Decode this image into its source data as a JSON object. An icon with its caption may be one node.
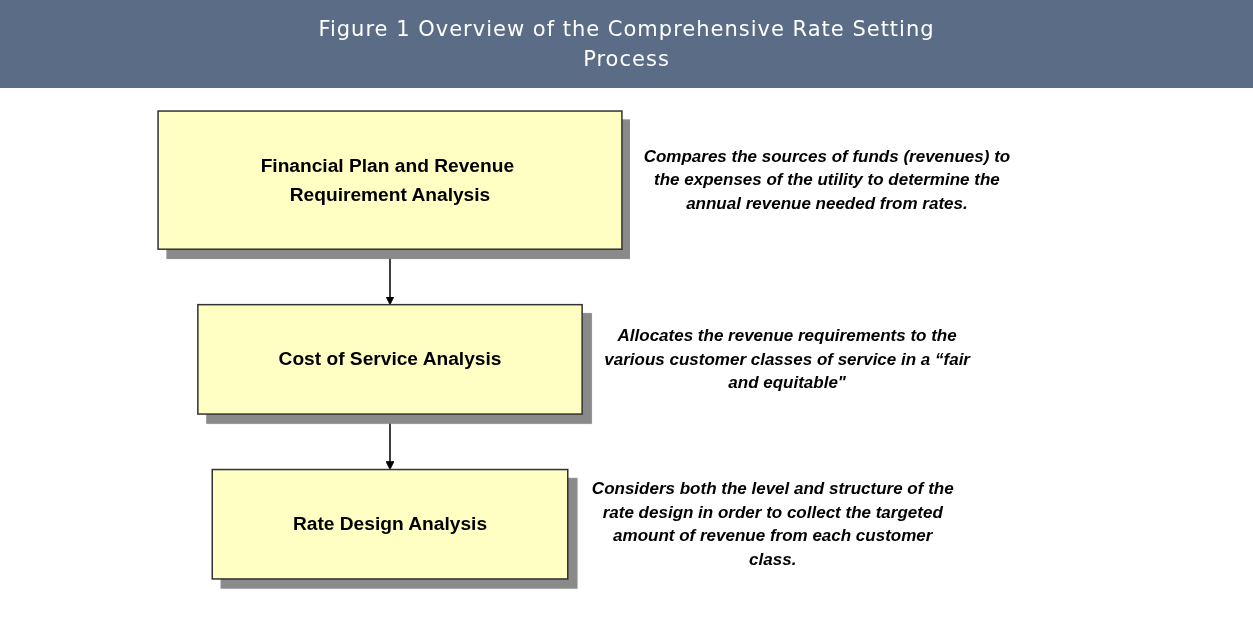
{
  "diagram": {
    "title": "Figure 1 Overview of the Comprehensive Rate Setting Process",
    "nodes": [
      {
        "text": [
          "Financial Plan and Revenue Requirement Analysis"
        ],
        "beside": [
          "Compares the sources of funds (revenues) to the expenses of the utility to determine the annual revenue needed from rates."
        ]
      },
      {
        "text": [
          "Cost of Service Analysis"
        ],
        "beside": [
          "Allocates the revenue requirements to the various customer classes of service in a “fair and equitable\""
        ]
      },
      {
        "text": [
          "Rate Design Analysis"
        ],
        "beside": [
          "Considers both the level and structure of the rate design in order to collect the targeted amount of revenue from each customer class."
        ]
      }
    ],
    "edges": [
      {
        "from": 0,
        "to": 1,
        "arrow": "to"
      },
      {
        "from": 1,
        "to": 2,
        "arrow": "to"
      }
    ]
  }
}
